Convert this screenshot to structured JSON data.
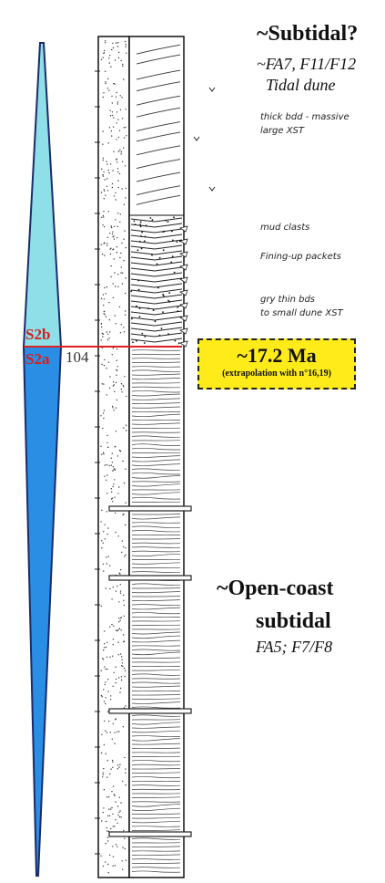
{
  "upper_unit": {
    "title": "~Subtidal?",
    "facies_line1": "~FA7, F11/F12",
    "facies_line2": "Tidal dune"
  },
  "notes": {
    "note1_line1": "thick bdd - massive",
    "note1_line2": "large XST",
    "note2": "mud clasts",
    "note3": "Fining-up packets",
    "note4_line1": "gry thin bds",
    "note4_line2": "to small dune XST"
  },
  "boundary": {
    "upper_label": "S2b",
    "lower_label": "S2a",
    "depth_label": "104",
    "line_color": "#e02020"
  },
  "age": {
    "value": "~17.2 Ma",
    "note": "(extrapolation with n°16,19)",
    "box_color": "#ffeb1a"
  },
  "lower_unit": {
    "title_line1": "~Open-coast",
    "title_line2": "subtidal",
    "facies": "FA5; F7/F8"
  },
  "colors": {
    "upper_wedge": "#8fdfe8",
    "lower_wedge": "#2a8fe4"
  }
}
